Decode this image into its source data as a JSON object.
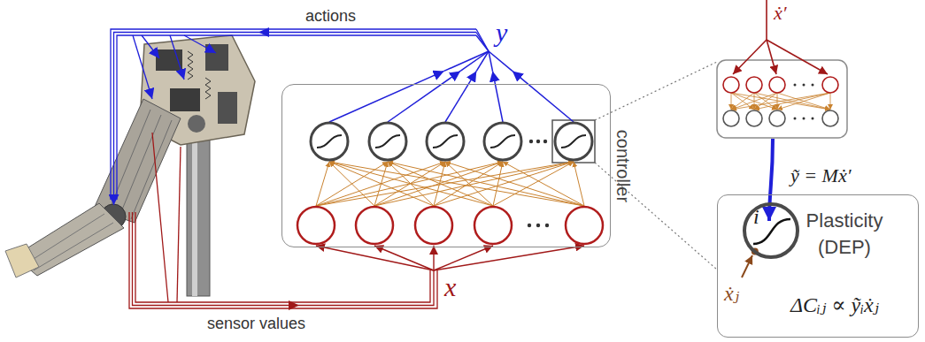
{
  "diagram": {
    "nodes": [
      {
        "text": [
          "controller"
        ]
      },
      {
        "text": [
          "Plasticity (DEP)",
          "ΔCᵢⱼ ∝ ỹᵢẋⱼ"
        ]
      },
      {
        "text": [
          "i"
        ],
        "in": 1
      }
    ],
    "labels": [
      "actions",
      "y",
      "ẋ′",
      "ỹ = Mẋ′",
      "x",
      "ẋⱼ",
      "sensor values"
    ]
  }
}
